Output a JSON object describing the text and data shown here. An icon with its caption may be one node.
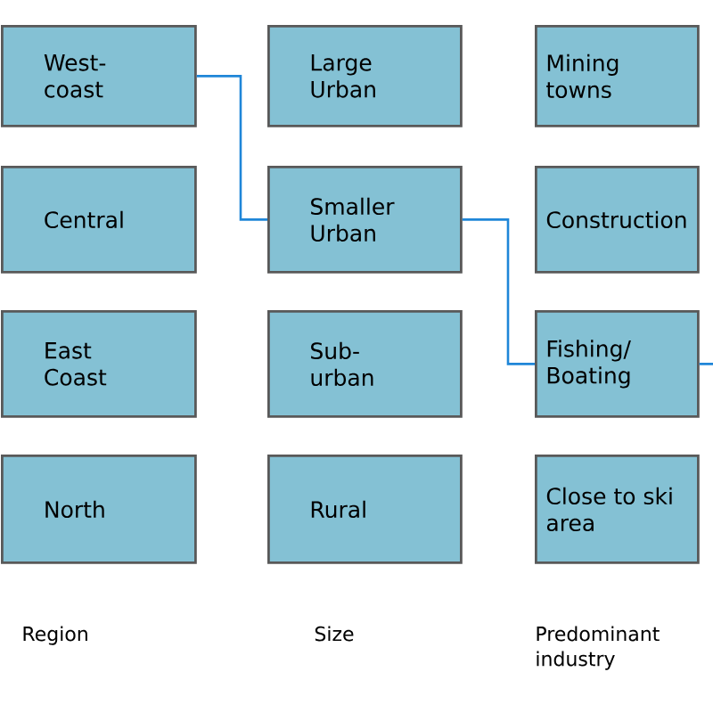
{
  "diagram": {
    "nodes": [
      {
        "text": [
          "West-coast"
        ]
      },
      {
        "text": [
          "Large Urban"
        ]
      },
      {
        "text": [
          "Mining towns"
        ]
      },
      {
        "text": [
          "Central"
        ]
      },
      {
        "text": [
          "Smaller Urban"
        ]
      },
      {
        "text": [
          "Construction"
        ]
      },
      {
        "text": [
          "East Coast"
        ]
      },
      {
        "text": [
          "Sub-urban"
        ]
      },
      {
        "text": [
          "Fishing/ Boating"
        ]
      },
      {
        "text": [
          "North"
        ]
      },
      {
        "text": [
          "Rural"
        ]
      },
      {
        "text": [
          "Close to ski area"
        ]
      }
    ],
    "edges": [
      {
        "from": 0,
        "to": 4,
        "arrow": "none"
      },
      {
        "from": 4,
        "to": 8,
        "arrow": "none"
      },
      {
        "from": 8,
        "to": null,
        "arrow": "none"
      }
    ],
    "labels": [
      "Region",
      "Size",
      "Predominant industry"
    ]
  }
}
